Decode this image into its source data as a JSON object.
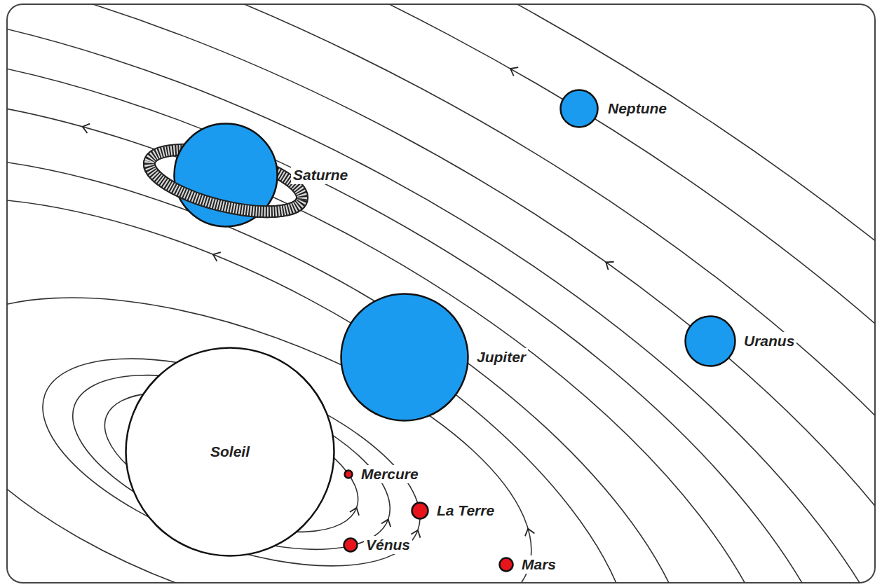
{
  "diagram": {
    "nodes": [
      {
        "text": [
          "Neptune"
        ]
      },
      {
        "text": [
          "Saturne"
        ]
      },
      {
        "text": [
          "Uranus"
        ]
      },
      {
        "text": [
          "Jupiter"
        ]
      },
      {
        "text": [
          "Soleil"
        ]
      },
      {
        "text": [
          "Mercure"
        ]
      },
      {
        "text": [
          "La Terre"
        ]
      },
      {
        "text": [
          "Vénus"
        ]
      },
      {
        "text": [
          "Mars"
        ]
      }
    ]
  }
}
